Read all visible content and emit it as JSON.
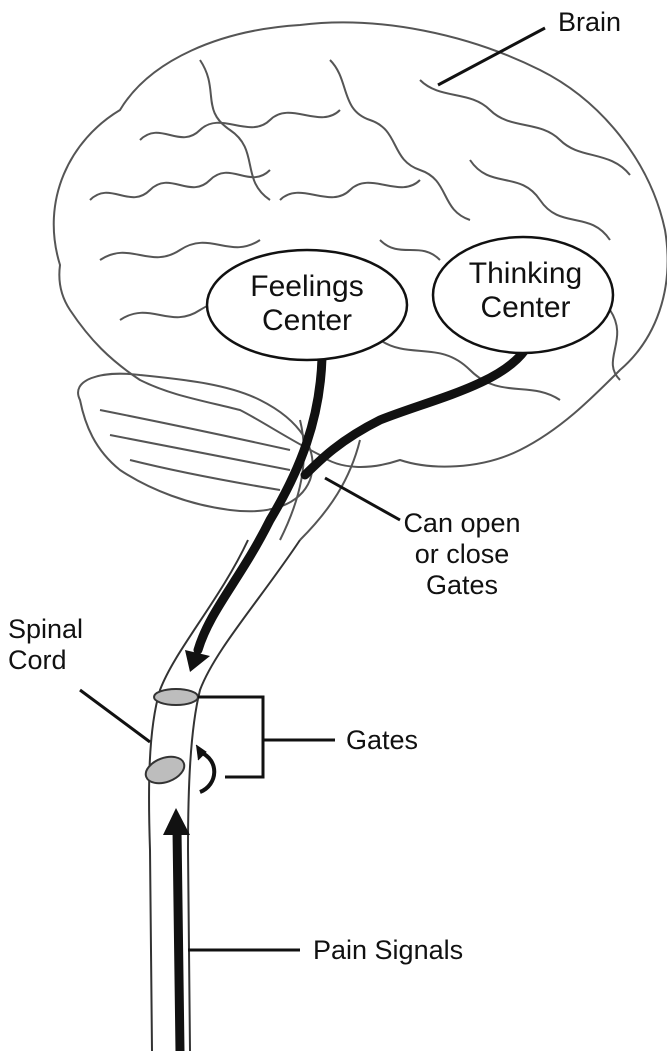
{
  "labels": {
    "brain": "Brain",
    "feelings_center_line1": "Feelings",
    "feelings_center_line2": "Center",
    "thinking_center_line1": "Thinking",
    "thinking_center_line2": "Center",
    "can_open_line1": "Can open",
    "can_open_line2": "or close",
    "can_open_line3": "Gates",
    "spinal_cord_line1": "Spinal",
    "spinal_cord_line2": "Cord",
    "gates": "Gates",
    "pain_signals": "Pain Signals"
  },
  "colors": {
    "ink": "#111111",
    "sketch": "#555555",
    "paper": "#ffffff"
  }
}
